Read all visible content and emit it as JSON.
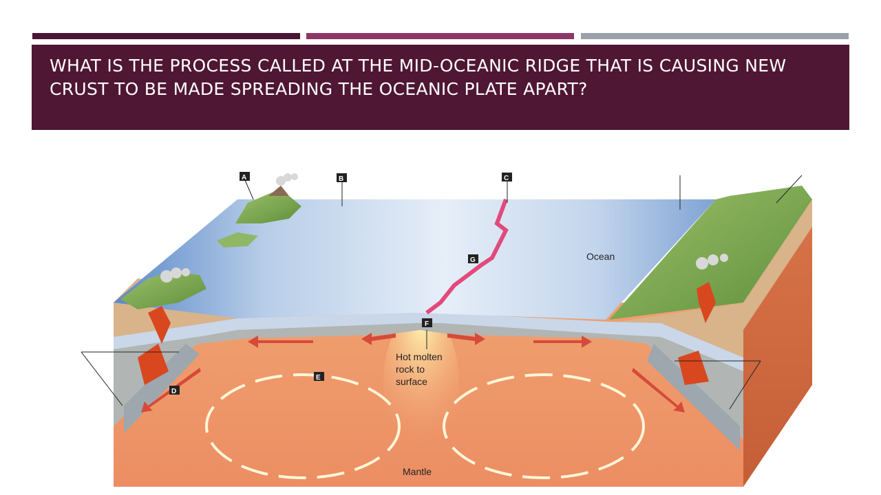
{
  "theme": {
    "bar_colors": [
      "#4a1633",
      "#8e3766",
      "#9aa1a8"
    ],
    "title_bg": "#4f1734",
    "title_color": "#ffffff"
  },
  "slide": {
    "title": "WHAT IS THE PROCESS CALLED AT THE MID-OCEANIC RIDGE THAT IS CAUSING NEW CRUST TO BE MADE SPREADING THE OCEANIC PLATE APART?"
  },
  "diagram": {
    "markers": [
      "A",
      "B",
      "C",
      "D",
      "E",
      "F",
      "G"
    ],
    "labels": {
      "ocean": "Ocean",
      "hot_molten_line1": "Hot molten",
      "hot_molten_line2": "rock to",
      "hot_molten_line3": "surface",
      "mantle": "Mantle"
    }
  }
}
